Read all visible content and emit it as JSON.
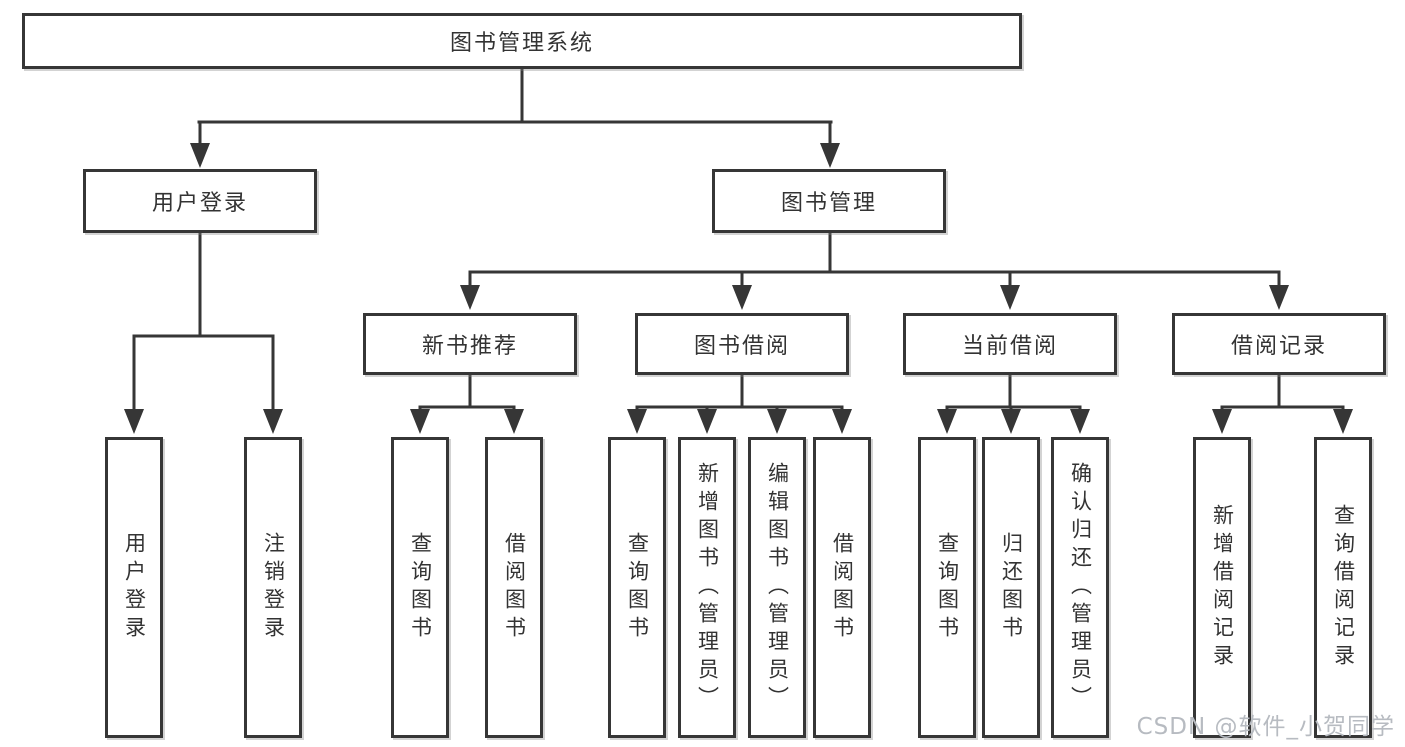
{
  "diagram": {
    "type": "hierarchy-tree",
    "colors": {
      "line": "#363636",
      "box_border": "#363636",
      "box_fill": "#ffffff",
      "text": "#333333",
      "watermark_text": "#b7bbc1"
    },
    "tree": {
      "label": "图书管理系统",
      "children": [
        {
          "label": "用户登录",
          "children": [
            {
              "label": "用户登录"
            },
            {
              "label": "注销登录"
            }
          ]
        },
        {
          "label": "图书管理",
          "children": [
            {
              "label": "新书推荐",
              "children": [
                {
                  "label": "查询图书"
                },
                {
                  "label": "借阅图书"
                }
              ]
            },
            {
              "label": "图书借阅",
              "children": [
                {
                  "label": "查询图书"
                },
                {
                  "label": "新增图书（管理员）"
                },
                {
                  "label": "编辑图书（管理员）"
                },
                {
                  "label": "借阅图书"
                }
              ]
            },
            {
              "label": "当前借阅",
              "children": [
                {
                  "label": "查询图书"
                },
                {
                  "label": "归还图书"
                },
                {
                  "label": "确认归还（管理员）"
                }
              ]
            },
            {
              "label": "借阅记录",
              "children": [
                {
                  "label": "新增借阅记录"
                },
                {
                  "label": "查询借阅记录"
                }
              ]
            }
          ]
        }
      ]
    },
    "watermark": "CSDN @软件_小贺同学"
  }
}
